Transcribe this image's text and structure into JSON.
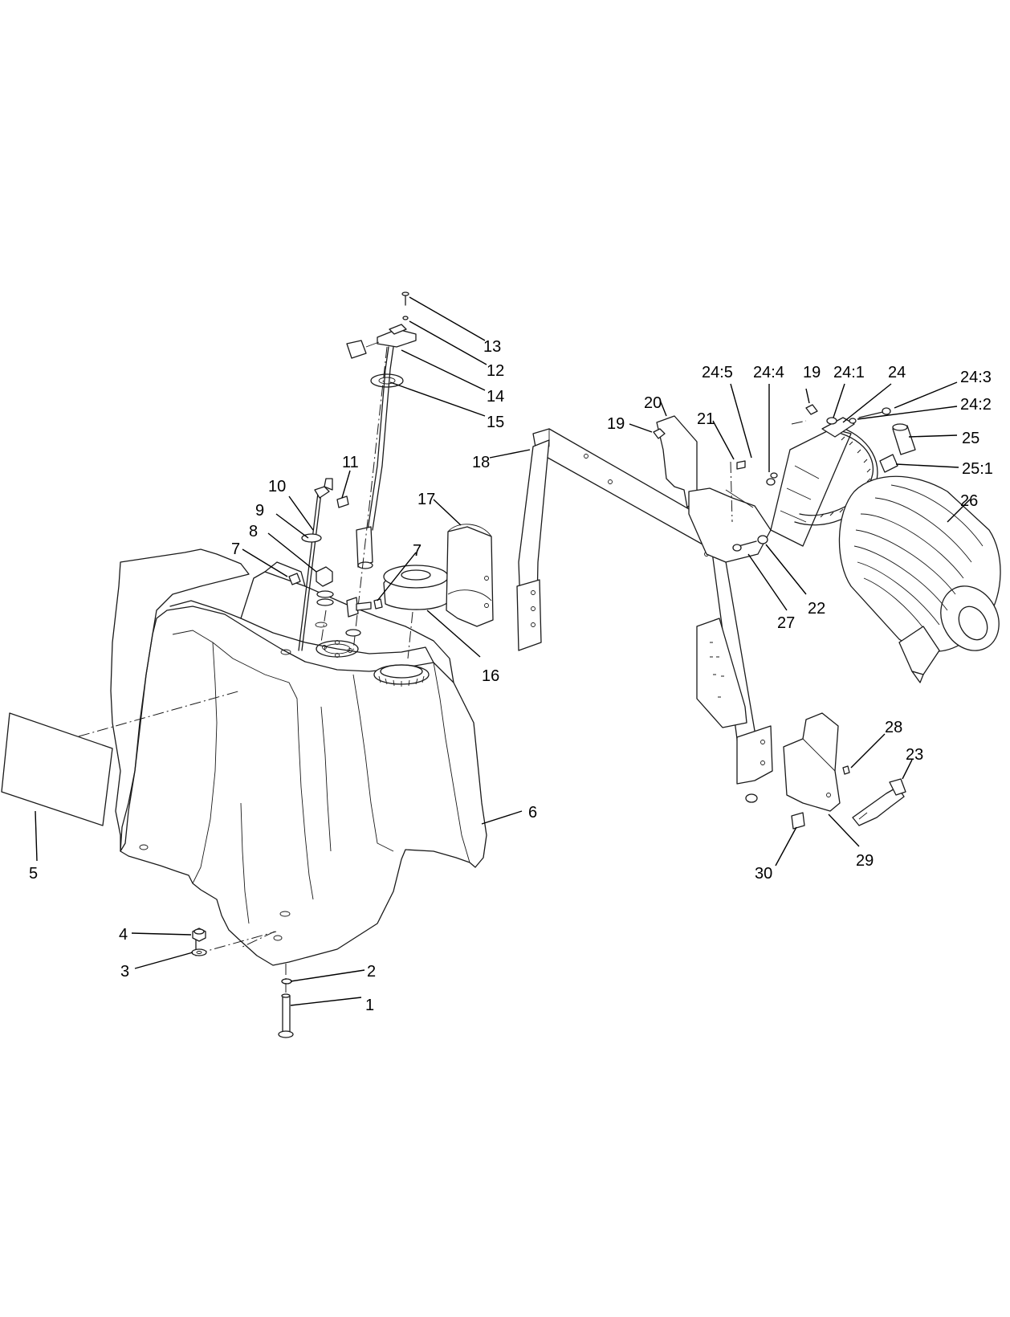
{
  "callouts": [
    "1",
    "2",
    "3",
    "4",
    "5",
    "6",
    "7",
    "7",
    "8",
    "9",
    "10",
    "11",
    "12",
    "13",
    "14",
    "15",
    "16",
    "17",
    "18",
    "19",
    "19",
    "20",
    "21",
    "22",
    "23",
    "24",
    "24:1",
    "24:2",
    "24:3",
    "24:4",
    "24:5",
    "25",
    "25:1",
    "26",
    "27",
    "28",
    "29",
    "30"
  ]
}
